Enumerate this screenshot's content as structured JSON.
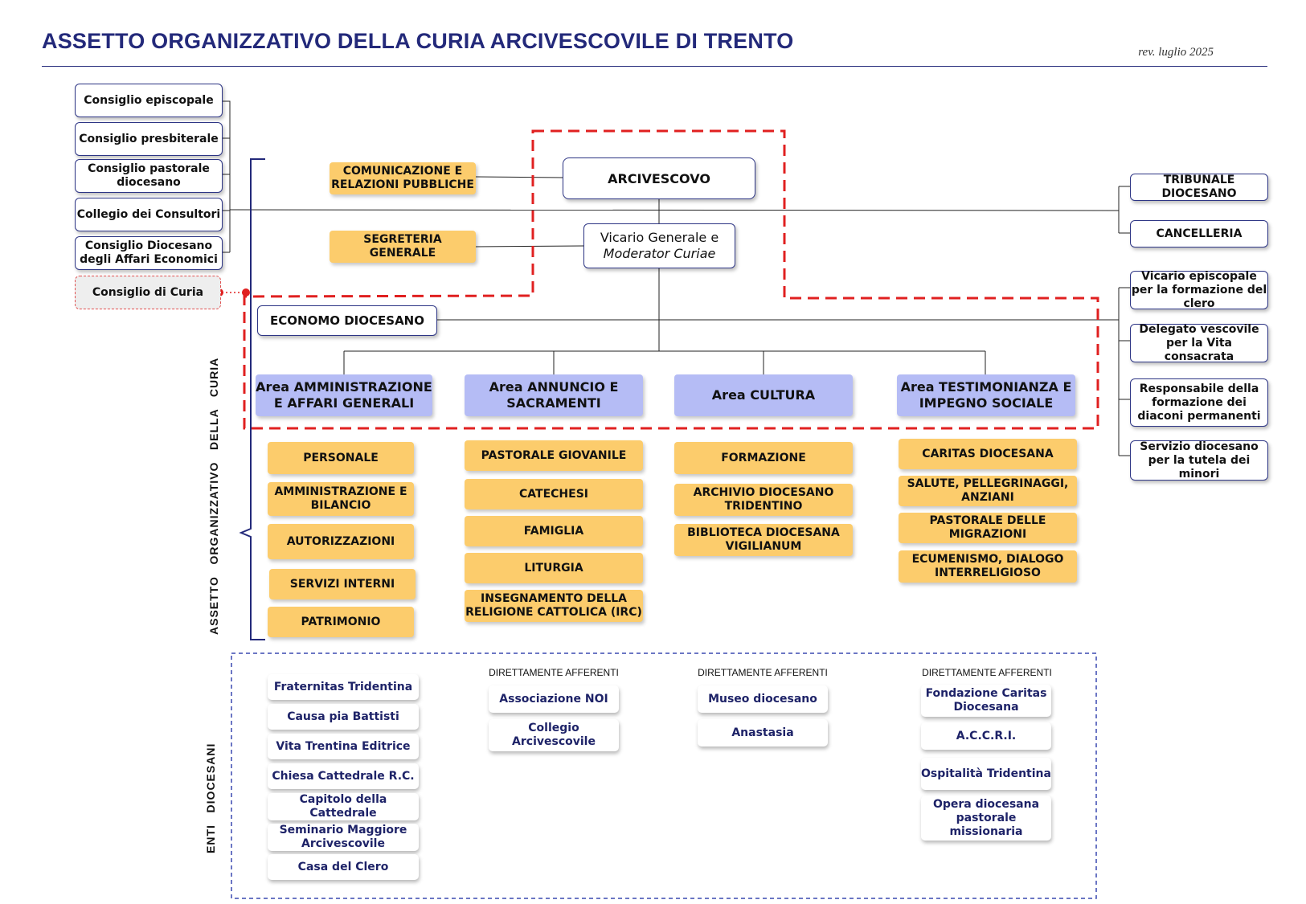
{
  "header": {
    "title": "ASSETTO ORGANIZZATIVO DELLA CURIA ARCIVESCOVILE DI TRENTO",
    "revision": "rev. luglio 2025"
  },
  "councils": [
    "Consiglio episcopale",
    "Consiglio presbiterale",
    "Consiglio pastorale diocesano",
    "Collegio dei Consultori",
    "Consiglio Diocesano degli Affari Economici",
    "Consiglio di Curia"
  ],
  "staff": {
    "comunicazione": "COMUNICAZIONE E RELAZIONI PUBBLICHE",
    "segreteria": "SEGRETERIA GENERALE"
  },
  "arcivescovo": "ARCIVESCOVO",
  "vicario": {
    "line1": "Vicario Generale e",
    "line2": "Moderator Curiae"
  },
  "economo": "ECONOMO DIOCESANO",
  "right_top": [
    "TRIBUNALE DIOCESANO",
    "CANCELLERIA"
  ],
  "right_delegates": [
    "Vicario episcopale per la formazione del clero",
    "Delegato vescovile per la Vita consacrata",
    "Responsabile della formazione dei diaconi permanenti",
    "Servizio diocesano per la tutela dei minori"
  ],
  "areas": [
    {
      "name": "Area AMMINISTRAZIONE E AFFARI GENERALI",
      "offices": [
        "PERSONALE",
        "AMMINISTRAZIONE E BILANCIO",
        "AUTORIZZAZIONI",
        "SERVIZI INTERNI",
        "PATRIMONIO"
      ]
    },
    {
      "name": "Area ANNUNCIO E SACRAMENTI",
      "offices": [
        "PASTORALE GIOVANILE",
        "CATECHESI",
        "FAMIGLIA",
        "LITURGIA",
        "INSEGNAMENTO DELLA RELIGIONE CATTOLICA (IRC)"
      ]
    },
    {
      "name": "Area CULTURA",
      "offices": [
        "FORMAZIONE",
        "ARCHIVIO DIOCESANO TRIDENTINO",
        "BIBLIOTECA DIOCESANA VIGILIANUM"
      ]
    },
    {
      "name": "Area TESTIMONIANZA E IMPEGNO SOCIALE",
      "offices": [
        "CARITAS DIOCESANA",
        "SALUTE, PELLEGRINAGGI, ANZIANI",
        "PASTORALE DELLE MIGRAZIONI",
        "ECUMENISMO, DIALOGO INTERRELIGIOSO"
      ]
    }
  ],
  "labels": {
    "assetto": "ASSETTO   ORGANIZZATIVO   DELLA   CURIA",
    "enti": "ENTI   DIOCESANI",
    "direttamente": "DIRETTAMENTE AFFERENTI"
  },
  "enti": {
    "col1": [
      "Fraternitas Tridentina",
      "Causa pia Battisti",
      "Vita Trentina Editrice",
      "Chiesa Cattedrale R.C.",
      "Capitolo della Cattedrale",
      "Seminario Maggiore Arcivescovile",
      "Casa del Clero"
    ],
    "col2": [
      "Associazione NOI",
      "Collegio Arcivescovile"
    ],
    "col3": [
      "Museo diocesano",
      "Anastasia"
    ],
    "col4": [
      "Fondazione Caritas Diocesana",
      "A.C.C.R.I.",
      "Ospitalità Tridentina",
      "Opera diocesana pastorale missionaria"
    ]
  },
  "colors": {
    "title": "#23297a",
    "border": "#2d3585",
    "staff_fill": "#fccc6c",
    "area_fill": "#b5bcf5",
    "dashed_red": "#e02020",
    "dashed_blue": "#3a48b0"
  }
}
